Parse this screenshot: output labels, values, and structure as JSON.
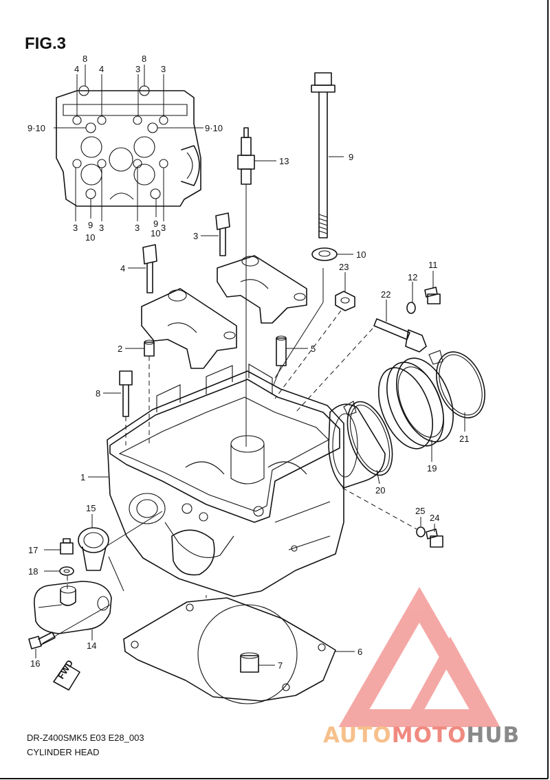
{
  "figure": {
    "title": "FIG.3"
  },
  "footer": {
    "model_code": "DR-Z400SMK5 E03 E28_003",
    "section_name": "CYLINDER HEAD"
  },
  "watermark": {
    "part1": "AUTO",
    "part2": "MOTO",
    "part3": "HUB",
    "colors": {
      "part1": "#f6c08c",
      "part2": "#f08a80",
      "part3": "#8a8a8a",
      "triangle": "#f39a96"
    }
  },
  "fwd_arrow": {
    "label": "FWD"
  },
  "inset_labels": {
    "top": [
      "8",
      "4",
      "4",
      "8",
      "3",
      "3"
    ],
    "side_left": "9·10",
    "side_right": "9·10",
    "bottom_row": [
      "3",
      "9",
      "3",
      "3",
      "9",
      "3"
    ],
    "bottom_sub": [
      "10",
      "10"
    ]
  },
  "parts": {
    "p1": "1",
    "p2": "2",
    "p3": "3",
    "p4": "4",
    "p5": "5",
    "p6": "6",
    "p7": "7",
    "p8": "8",
    "p9": "9",
    "p10": "10",
    "p11": "11",
    "p12": "12",
    "p13": "13",
    "p14": "14",
    "p15": "15",
    "p16": "16",
    "p17": "17",
    "p18": "18",
    "p19": "19",
    "p20": "20",
    "p21": "21",
    "p22": "22",
    "p23": "23",
    "p24": "24",
    "p25": "25"
  }
}
